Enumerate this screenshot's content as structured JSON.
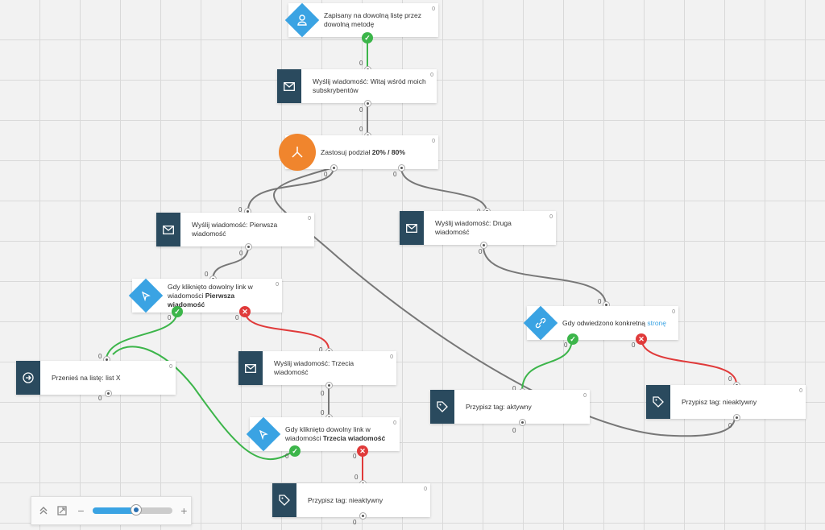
{
  "colors": {
    "primary_node": "#2a4a5e",
    "condition": "#3aa3e3",
    "split": "#f0852d",
    "yes": "#3cb54a",
    "no": "#e03a3a",
    "link": "#3aa3e3"
  },
  "count": "0",
  "nodes": {
    "n1": {
      "text": "Zapisany na dowolną listę przez dowolną metodę",
      "icon": "user-icon"
    },
    "n2": {
      "text": "Wyślij wiadomość: Witaj wśród moich subskrybentów",
      "icon": "envelope-icon"
    },
    "n3": {
      "text_before": "Zastosuj podział ",
      "text_bold": "20% / 80%",
      "icon": "split-icon"
    },
    "n4": {
      "text": "Wyślij wiadomość: Pierwsza wiadomość",
      "icon": "envelope-icon"
    },
    "n5": {
      "text": "Wyślij wiadomość: Druga wiadomość",
      "icon": "envelope-icon"
    },
    "n6": {
      "text_before": "Gdy kliknięto dowolny link w wiadomości ",
      "text_bold": "Pierwsza wiadomość",
      "icon": "click-icon"
    },
    "n7": {
      "text_before": "Gdy odwiedzono konkretną ",
      "text_link": "stronę",
      "icon": "link-icon"
    },
    "n8": {
      "text": "Przenieś na listę: list X",
      "icon": "arrow-right-circle-icon"
    },
    "n9": {
      "text": "Wyślij wiadomość: Trzecia wiadomość",
      "icon": "envelope-icon"
    },
    "n10": {
      "text": "Przypisz tag: aktywny",
      "icon": "tag-icon"
    },
    "n11": {
      "text": "Przypisz tag: nieaktywny",
      "icon": "tag-icon"
    },
    "n12": {
      "text_before": "Gdy kliknięto dowolny link w wiadomości ",
      "text_bold": "Trzecia wiadomość",
      "icon": "click-icon"
    },
    "n13": {
      "text": "Przypisz tag: nieaktywny",
      "icon": "tag-icon"
    }
  },
  "zoom": {
    "level": 0.55,
    "collapse_icon": "chevrons-up-icon",
    "fit_icon": "fit-screen-icon",
    "minus": "−",
    "plus": "+"
  }
}
